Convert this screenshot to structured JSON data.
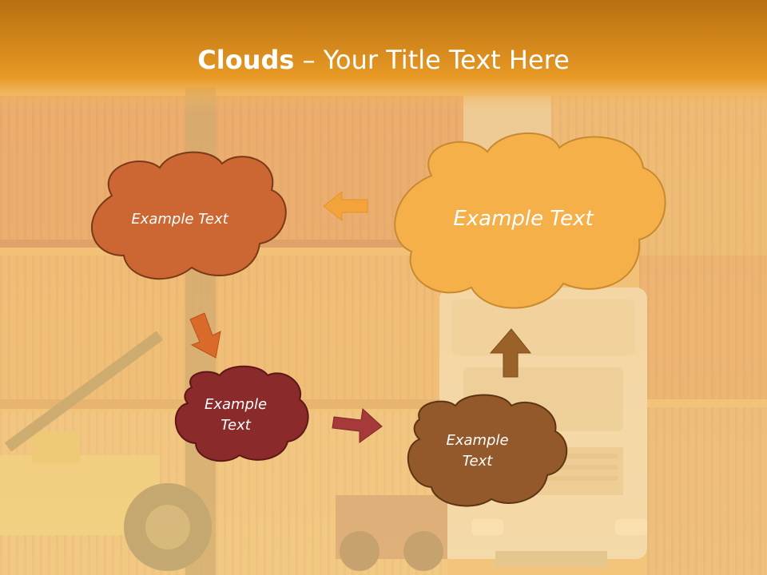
{
  "slide": {
    "title_bold": "Clouds",
    "title_dash": " – ",
    "title_rest": "Your Title Text Here"
  },
  "clouds": [
    {
      "id": "cloud-top-left",
      "text": "Example Text",
      "color": "#cc6633",
      "stroke": "#7a3a18"
    },
    {
      "id": "cloud-top-right",
      "text": "Example Text",
      "color": "#f5b04a",
      "stroke": "#c88a2e"
    },
    {
      "id": "cloud-middle-left",
      "text": "Example\nText",
      "color": "#8b2a2a",
      "stroke": "#5e1717"
    },
    {
      "id": "cloud-bottom-right",
      "text": "Example\nText",
      "color": "#94592a",
      "stroke": "#5e3514"
    }
  ],
  "arrows": {
    "left_arrow_color": "#f2a43a",
    "down_arrow_color": "#d96a2a",
    "right_arrow_color": "#a63a3a",
    "up_arrow_color": "#9a6128"
  },
  "colors": {
    "header_band": "#d98a18",
    "background_tint": "#f3c97c"
  }
}
